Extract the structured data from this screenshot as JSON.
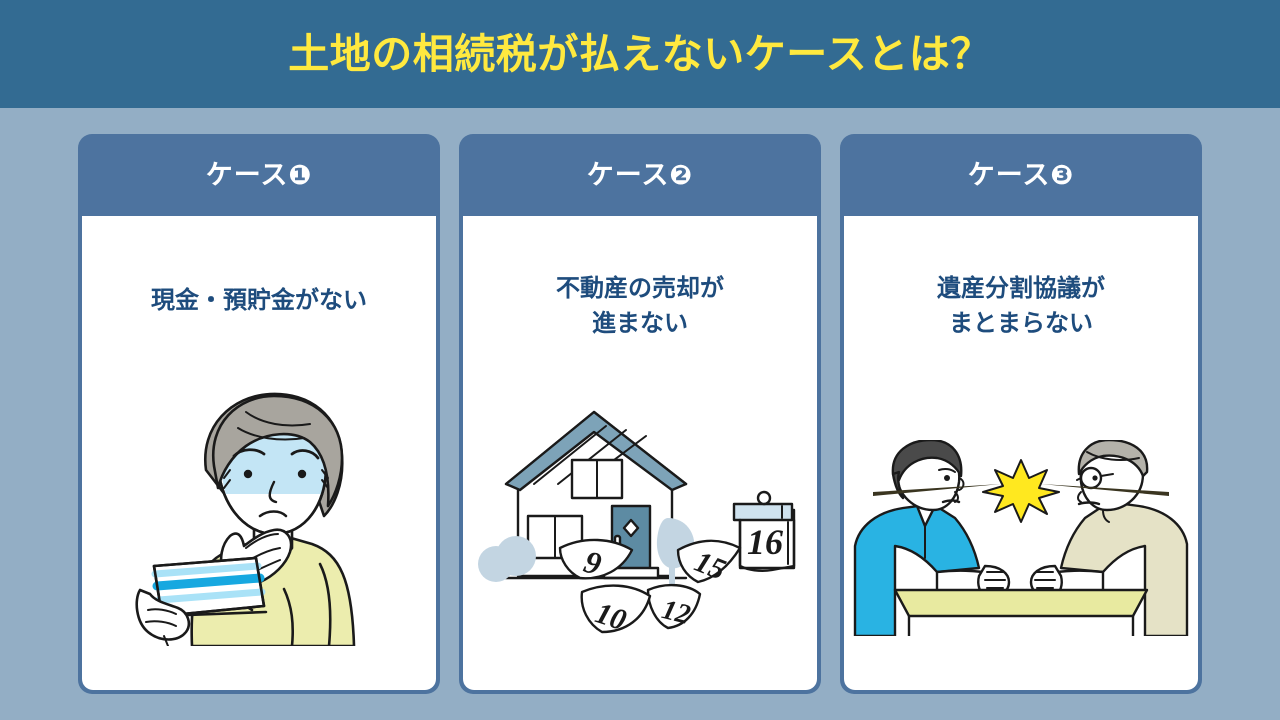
{
  "header": {
    "title": "土地の相続税が払えないケースとは？",
    "bg_color": "#336b92",
    "text_color": "#ffe93f"
  },
  "page": {
    "background_color": "#93aec5"
  },
  "cards": [
    {
      "badge": "ケース❶",
      "caption": "現金・預貯金がない",
      "illustration": "worried-person-with-bankbook-icon",
      "header_color": "#4d739f",
      "caption_color": "#1e4c7d"
    },
    {
      "badge": "ケース❷",
      "caption": "不動産の売却が\n進まない",
      "illustration": "house-with-calendar-icon",
      "header_color": "#4d739f",
      "caption_color": "#1e4c7d"
    },
    {
      "badge": "ケース❸",
      "caption": "遺産分割協議が\nまとまらない",
      "illustration": "two-people-arguing-at-table-icon",
      "header_color": "#4d739f",
      "caption_color": "#1e4c7d"
    }
  ],
  "illustration_details": {
    "card2_calendar_numbers": [
      "16",
      "15",
      "12",
      "10",
      "9"
    ]
  }
}
